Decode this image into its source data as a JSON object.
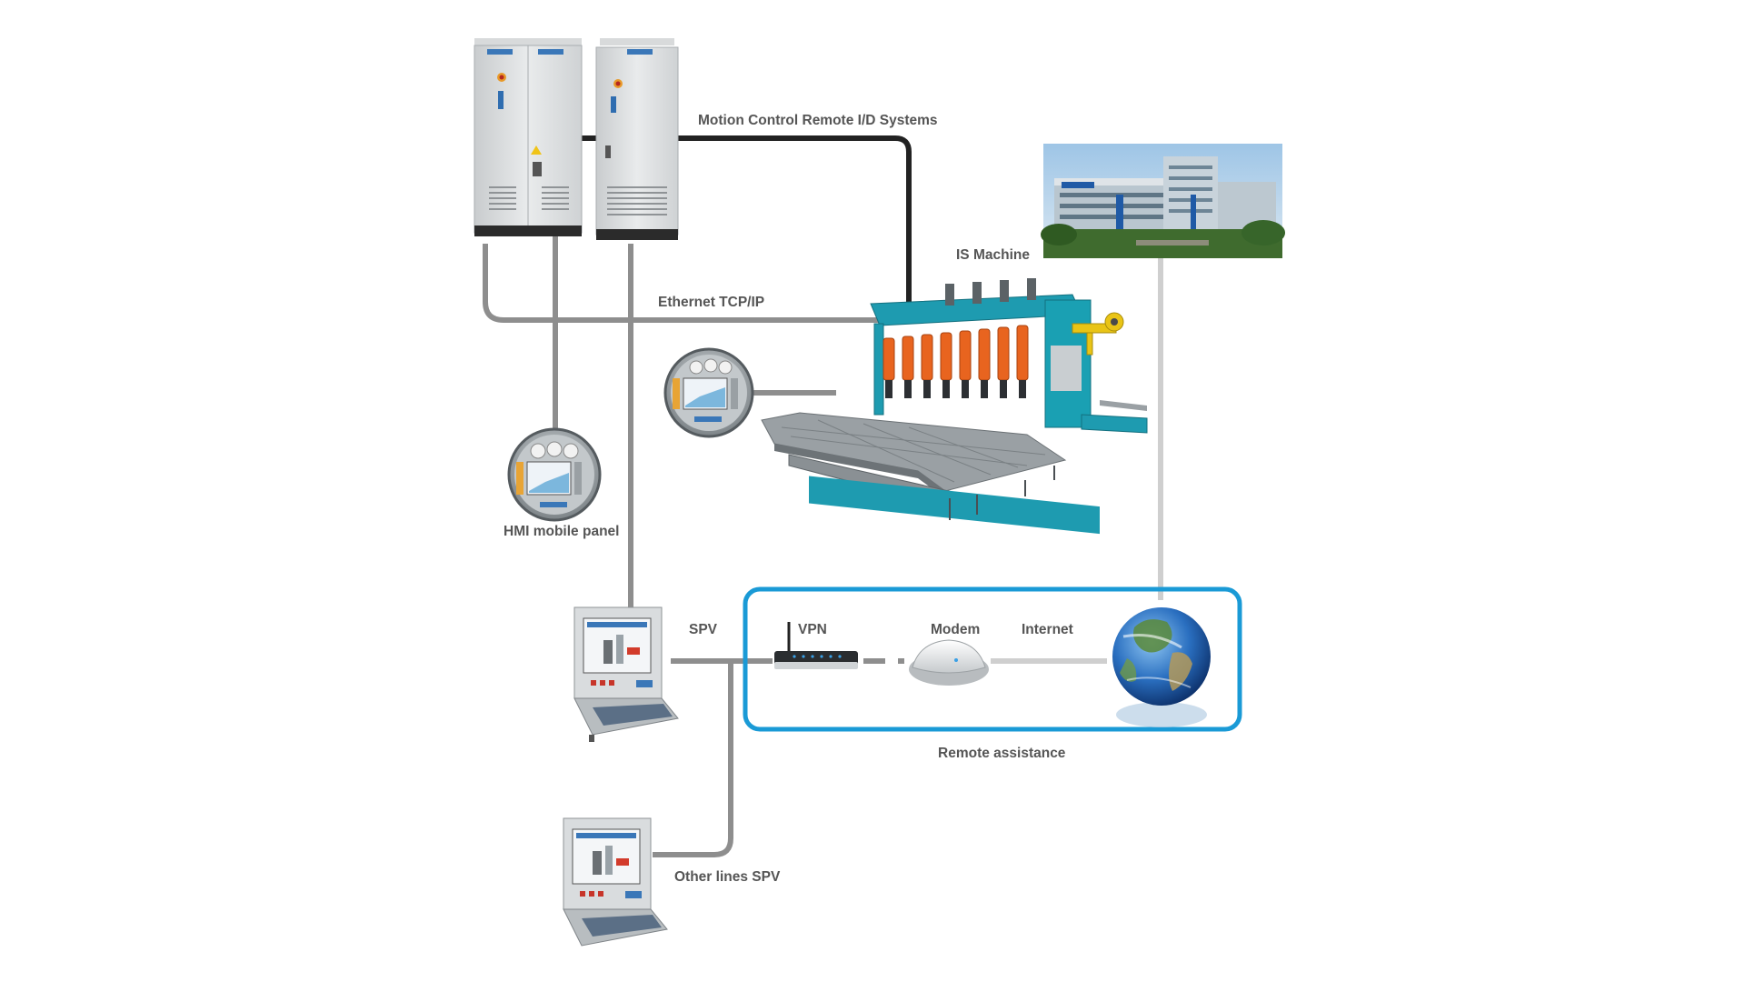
{
  "labels": {
    "motion_control": "Motion Control Remote I/D Systems",
    "ethernet": "Ethernet TCP/IP",
    "is_machine": "IS Machine",
    "hmi_mobile_panel": "HMI mobile panel",
    "spv": "SPV",
    "vpn": "VPN",
    "modem": "Modem",
    "internet": "Internet",
    "remote_assistance": "Remote assistance",
    "other_lines_spv": "Other lines SPV"
  },
  "colors": {
    "motion_line": "#222222",
    "ethernet_line": "#8e8e8e",
    "internet_line": "#cfcfcf",
    "remote_box": "#1a9ad6",
    "machine_frame": "#1e9bb0",
    "machine_cylinders": "#e8641f",
    "label_text": "#555555"
  },
  "icons": {
    "cabinet": "electrical-cabinet-icon",
    "hmi": "hmi-mobile-panel-icon",
    "spv": "spv-workstation-icon",
    "router": "router-icon",
    "modem": "modem-icon",
    "globe": "globe-icon",
    "building": "company-building-photo",
    "machine": "is-machine-icon"
  }
}
